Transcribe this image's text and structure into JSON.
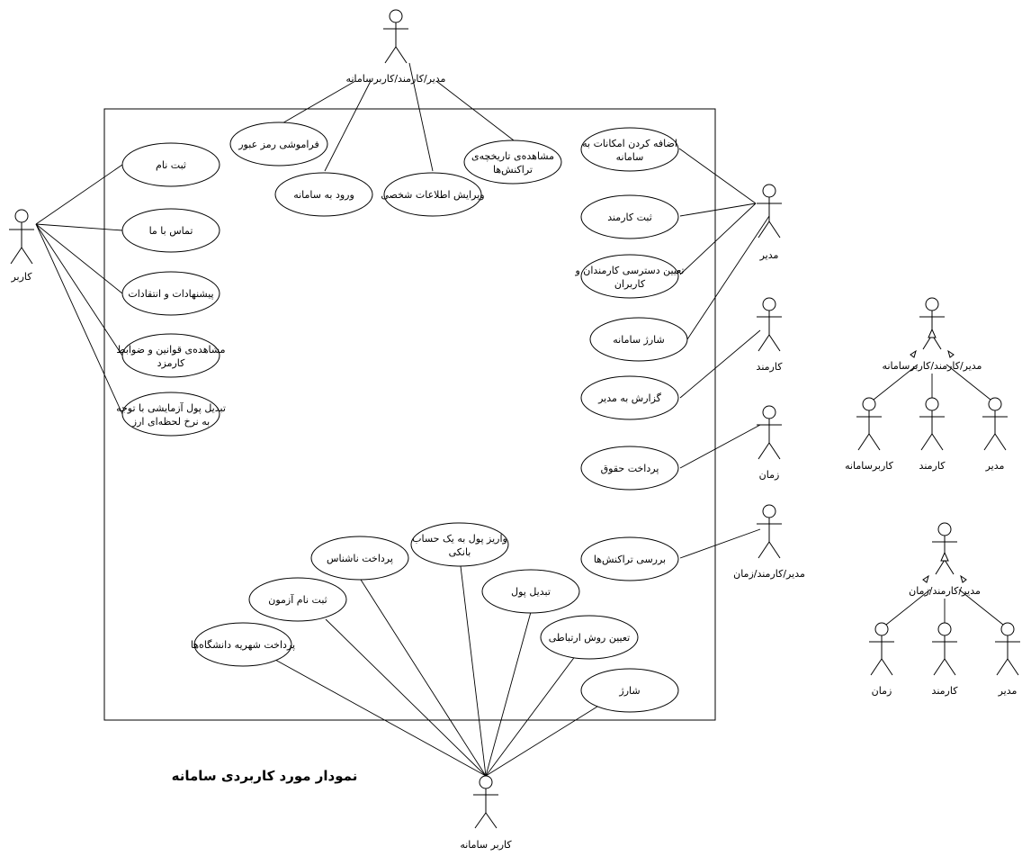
{
  "title": "نمودار مورد کاربردی سامانه",
  "actors": {
    "user": "کاربر",
    "combo_top": "مدیر/کارمند/کاربرسامانه",
    "manager": "مدیر",
    "employee": "کارمند",
    "time": "زمان",
    "combo_mid": "مدیر/کارمند/زمان",
    "system_user": "کاربر سامانه"
  },
  "use_cases": {
    "signup": "ثبت نام",
    "contact": "تماس با ما",
    "feedback": "پیشنهادات و انتقادات",
    "rules": [
      "مشاهده‌ی قوانین و ضوابط",
      "کارمزد"
    ],
    "exchange_test": [
      "تبدیل پول آزمایشی با توجه",
      "به نرخ لحظه‌ای ارز"
    ],
    "forgot_password": "فراموشی رمز عبور",
    "login": "ورود به سامانه",
    "edit_profile": "ویرایش اطلاعات شخصی",
    "history": [
      "مشاهده‌ی تاریخچه‌ی",
      "تراکنش‌ها"
    ],
    "add_features": [
      "اضافه کردن امکانات به",
      "سامانه"
    ],
    "register_employee": "ثبت کارمند",
    "assign_access": [
      "تعیین دسترسی کارمندان و",
      "کاربران"
    ],
    "charge_system": "شارژ سامانه",
    "report": "گزارش به مدیر",
    "salary": "پرداخت حقوق",
    "review_tx": "بررسی تراکنش‌ها",
    "deposit": [
      "واریز پول به یک حساب",
      "بانکی"
    ],
    "pay_nashenas": "پرداخت ناشناس",
    "exam_signup": "ثبت نام آزمون",
    "convert": "تبدیل پول",
    "tuition": "پرداخت شهریه دانشگاه‌ها",
    "contact_method": "تعیین روش ارتباطی",
    "charge": "شارژ"
  },
  "generalization": {
    "group1": {
      "parent": "مدیر/کارمند/کاربرسامانه",
      "children": [
        "کاربرسامانه",
        "کارمند",
        "مدیر"
      ]
    },
    "group2": {
      "parent": "مدیر/کارمند/زمان",
      "children": [
        "زمان",
        "کارمند",
        "مدیر"
      ]
    }
  }
}
